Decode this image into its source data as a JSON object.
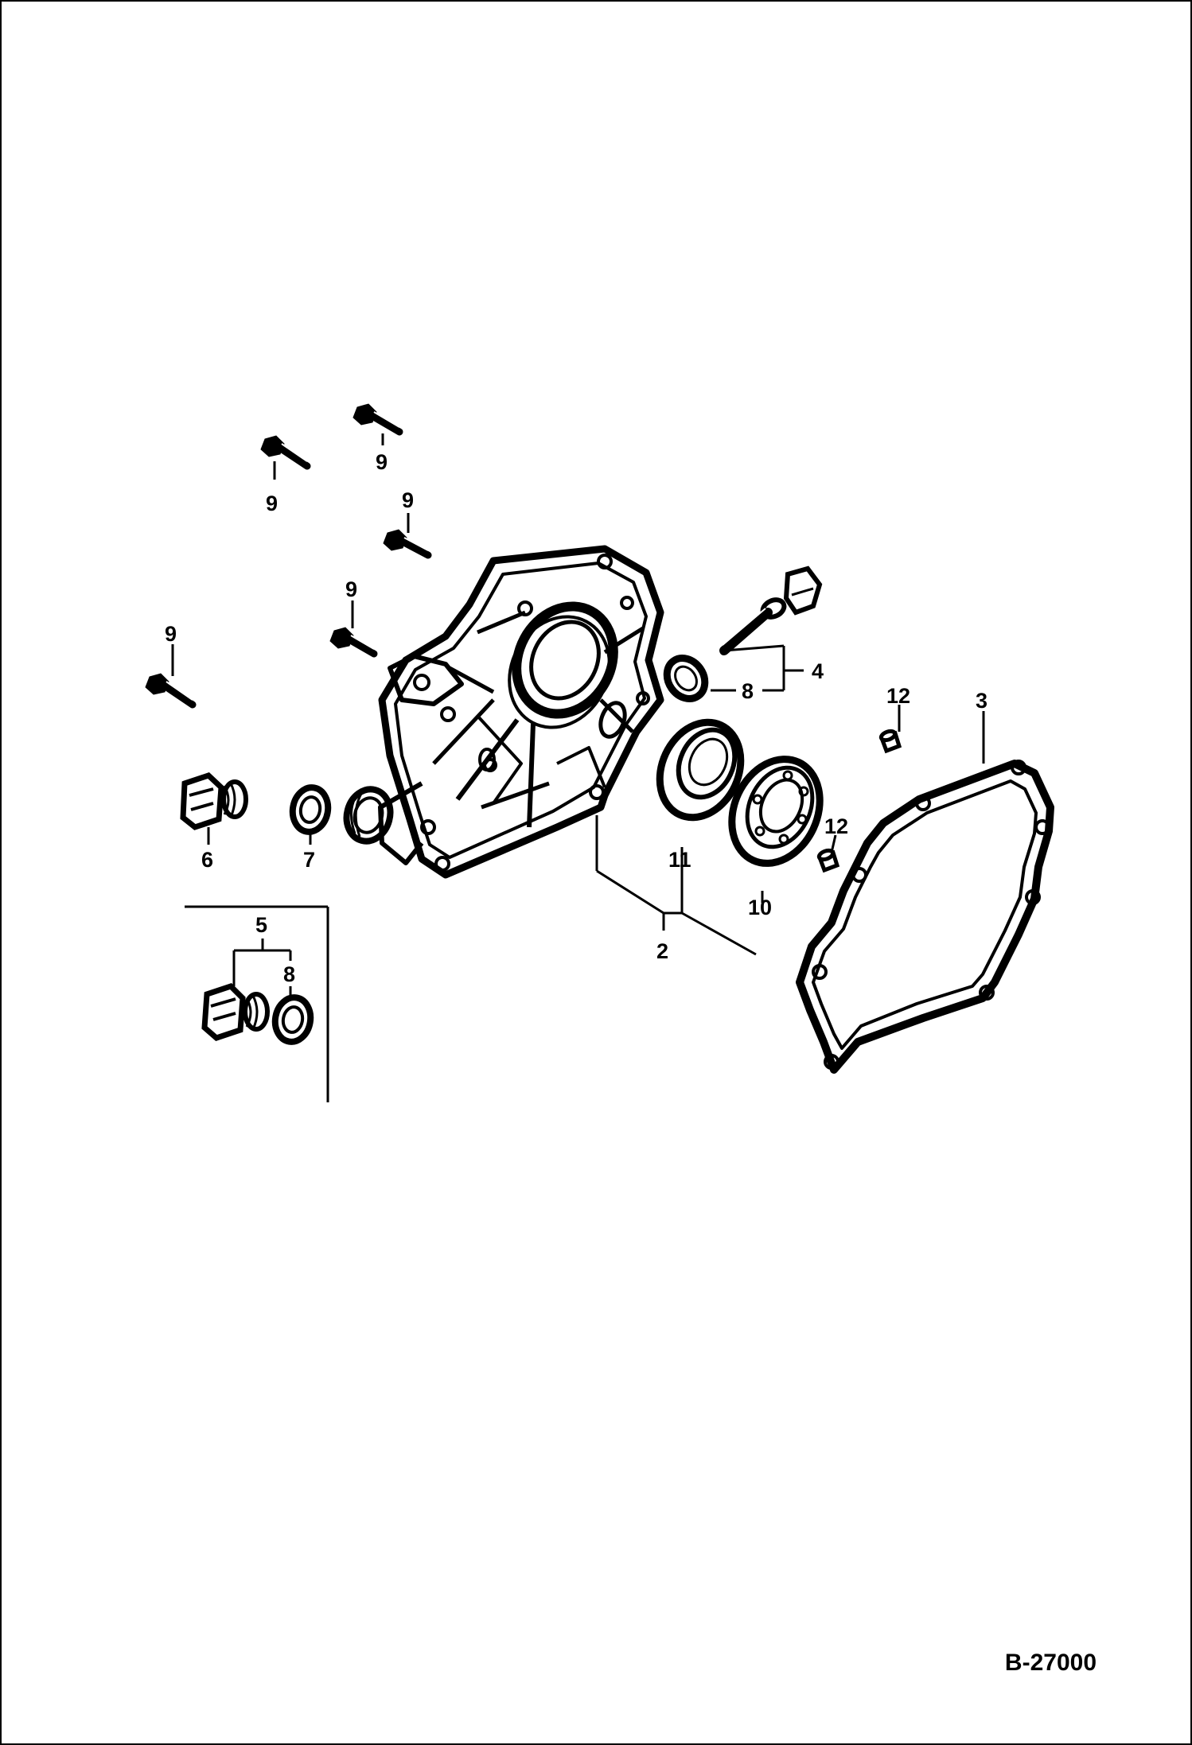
{
  "diagram": {
    "code": "B-27000",
    "callouts": [
      {
        "id": "c1",
        "text": "9"
      },
      {
        "id": "c2",
        "text": "9"
      },
      {
        "id": "c3",
        "text": "9"
      },
      {
        "id": "c4",
        "text": "9"
      },
      {
        "id": "c5",
        "text": "9"
      },
      {
        "id": "c6",
        "text": "4"
      },
      {
        "id": "c7",
        "text": "8"
      },
      {
        "id": "c8",
        "text": "12"
      },
      {
        "id": "c9",
        "text": "3"
      },
      {
        "id": "c10",
        "text": "12"
      },
      {
        "id": "c11",
        "text": "11"
      },
      {
        "id": "c12",
        "text": "10"
      },
      {
        "id": "c13",
        "text": "2"
      },
      {
        "id": "c14",
        "text": "6"
      },
      {
        "id": "c15",
        "text": "7"
      },
      {
        "id": "c16",
        "text": "5"
      },
      {
        "id": "c17",
        "text": "8"
      }
    ]
  }
}
